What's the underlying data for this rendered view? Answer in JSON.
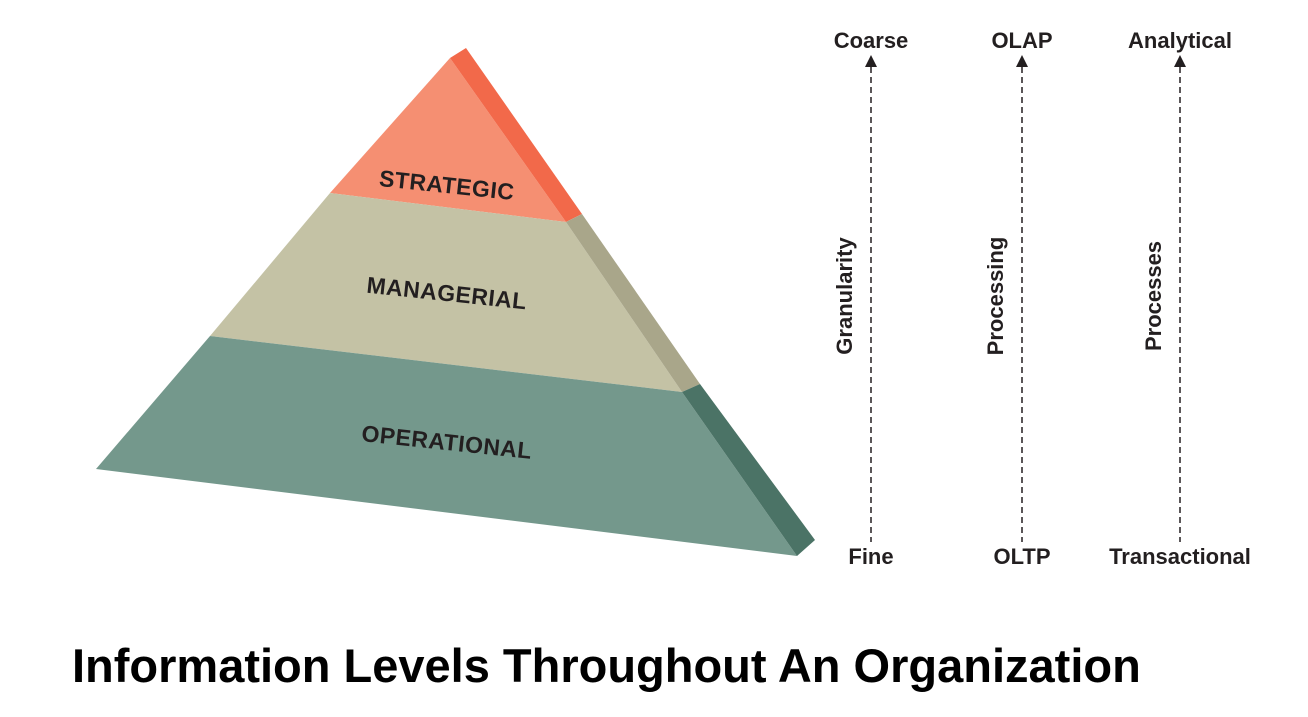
{
  "title": "Information Levels Throughout An Organization",
  "pyramid": {
    "levels": [
      {
        "label": "STRATEGIC",
        "front_color": "#f58f72",
        "side_color": "#f2694a"
      },
      {
        "label": "MANAGERIAL",
        "front_color": "#c4c2a5",
        "side_color": "#a9a68a"
      },
      {
        "label": "OPERATIONAL",
        "front_color": "#74988c",
        "side_color": "#4b7366"
      }
    ]
  },
  "axes": [
    {
      "name": "Granularity",
      "top_label": "Coarse",
      "bottom_label": "Fine"
    },
    {
      "name": "Processing",
      "top_label": "OLAP",
      "bottom_label": "OLTP"
    },
    {
      "name": "Processes",
      "top_label": "Analytical",
      "bottom_label": "Transactional"
    }
  ]
}
